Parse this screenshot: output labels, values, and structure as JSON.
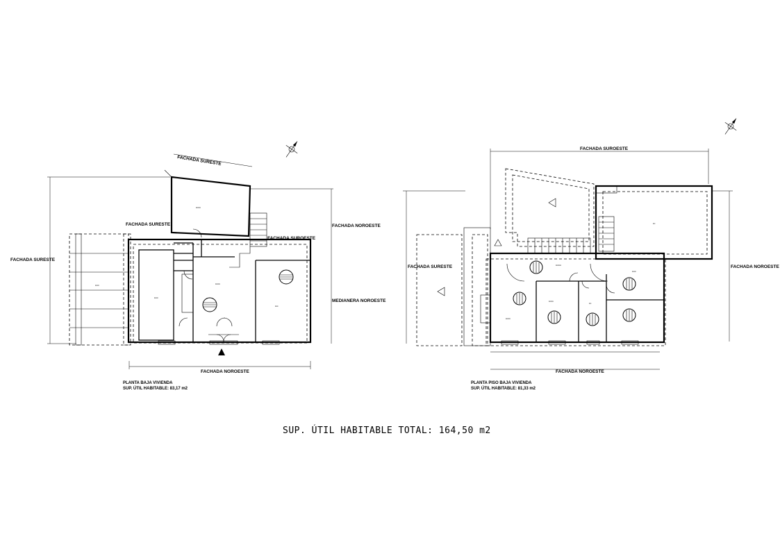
{
  "ground_floor": {
    "facades": {
      "top_tilted": "FACHADA SURESTE",
      "left_upper": "FACHADA SURESTE",
      "mid_upper": "FACHADA SUROESTE",
      "right_upper": "FACHADA NOROESTE",
      "right_lower": "MEDIANERA NOROESTE",
      "left_side": "FACHADA SURESTE",
      "bottom": "FACHADA NOROESTE"
    },
    "caption_line1": "PLANTA BAJA VIVIENDA",
    "caption_line2": "SUP. ÚTIL HABITABLE: 83,17 m2"
  },
  "upper_floor": {
    "facades": {
      "top": "FACHADA SUROESTE",
      "left": "FACHADA SURESTE",
      "right": "FACHADA NOROESTE",
      "bottom": "FACHADA NOROESTE"
    },
    "caption_line1": "PLANTA PISO BAJA VIVIENDA",
    "caption_line2": "SUP. ÚTIL HABITABLE: 81,33 m2"
  },
  "total_label": "SUP. ÚTIL HABITABLE TOTAL: 164,50 m2",
  "colors": {
    "line": "#000000",
    "background": "#ffffff"
  }
}
